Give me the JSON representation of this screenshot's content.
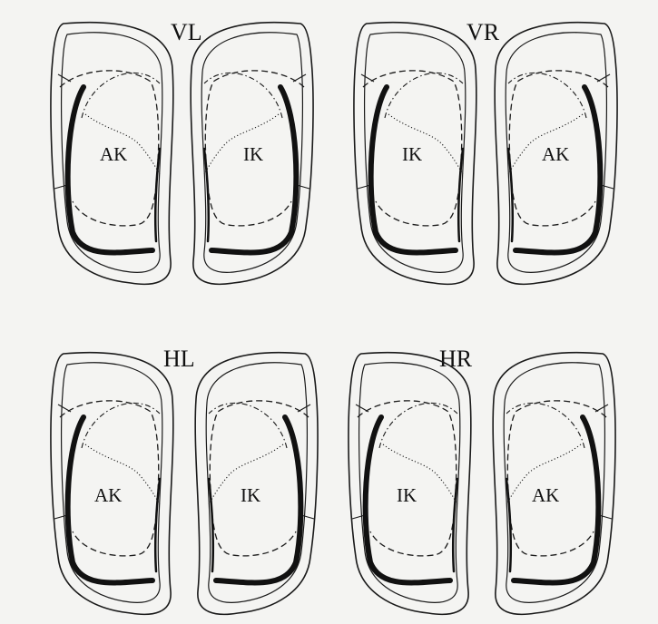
{
  "panels": [
    {
      "title": "VL",
      "labels": [
        "AK",
        "IK"
      ]
    },
    {
      "title": "VR",
      "labels": [
        "IK",
        "AK"
      ]
    },
    {
      "title": "HL",
      "labels": [
        "AK",
        "IK"
      ]
    },
    {
      "title": "HR",
      "labels": [
        "IK",
        "AK"
      ]
    }
  ]
}
